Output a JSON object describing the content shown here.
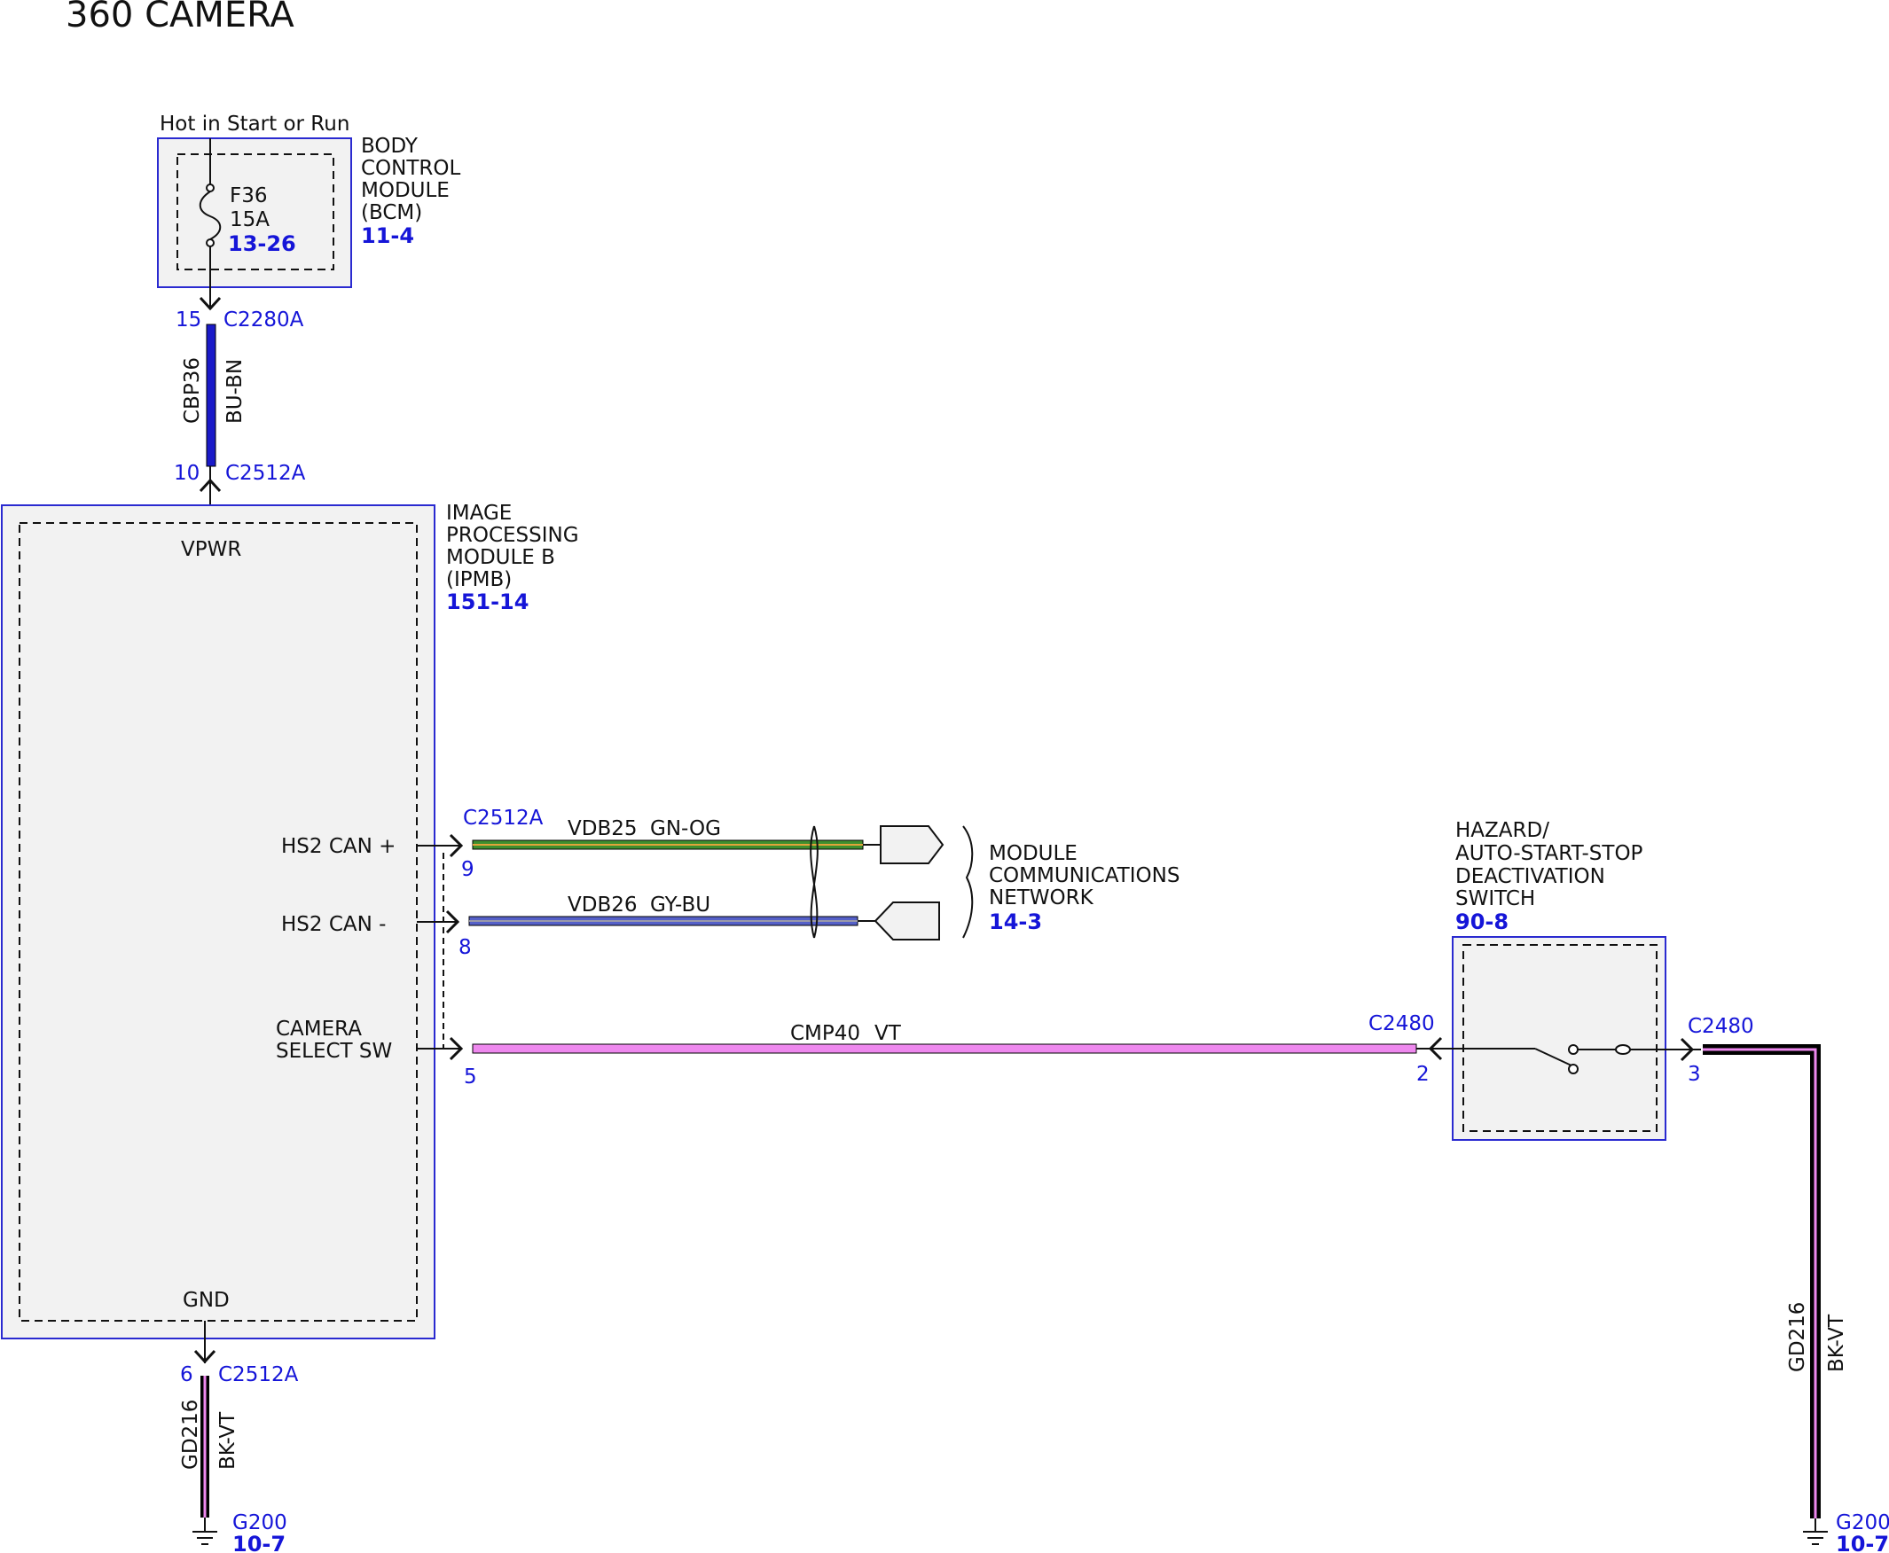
{
  "title": "360 CAMERA",
  "colors": {
    "module_border": "#2a2ad0",
    "connector_text": "#1515d8",
    "module_fill": "#f2f2f2",
    "wire_bu_bn": "#1a1ac8",
    "wire_gn_og": "#3f8f2f",
    "wire_gy_bu": "#5560c8",
    "wire_vt": "#ee88ee",
    "wire_bk_vt": "#000000"
  },
  "supply": {
    "label": "Hot in Start or Run"
  },
  "bcm": {
    "name_lines": [
      "BODY",
      "CONTROL",
      "MODULE",
      "(BCM)"
    ],
    "ref": "11-4",
    "fuse": {
      "name": "F36",
      "rating": "15A",
      "ref": "13-26"
    },
    "pin": "15",
    "connector": "C2280A"
  },
  "wire_cbp36": {
    "circuit": "CBP36",
    "color": "BU-BN"
  },
  "ipmb": {
    "name_lines": [
      "IMAGE",
      "PROCESSING",
      "MODULE B",
      "(IPMB)"
    ],
    "ref": "151-14",
    "pin_vpwr": {
      "label": "VPWR",
      "pin": "10",
      "connector": "C2512A"
    },
    "pin_can_plus": {
      "label": "HS2 CAN +",
      "pin": "9"
    },
    "pin_can_minus": {
      "label": "HS2 CAN -",
      "pin": "8"
    },
    "pin_camsel": {
      "label_lines": [
        "CAMERA",
        "SELECT SW"
      ],
      "pin": "5"
    },
    "can_connector": "C2512A",
    "pin_gnd": {
      "label": "GND",
      "pin": "6",
      "connector": "C2512A"
    }
  },
  "wire_vdb25": {
    "circuit": "VDB25",
    "color": "GN-OG"
  },
  "wire_vdb26": {
    "circuit": "VDB26",
    "color": "GY-BU"
  },
  "network": {
    "name_lines": [
      "MODULE",
      "COMMUNICATIONS",
      "NETWORK"
    ],
    "ref": "14-3"
  },
  "wire_cmp40": {
    "circuit": "CMP40",
    "color": "VT"
  },
  "switch": {
    "name_lines": [
      "HAZARD/",
      "AUTO-START-STOP",
      "DEACTIVATION",
      "SWITCH"
    ],
    "ref": "90-8",
    "pin_in": {
      "pin": "2",
      "connector": "C2480"
    },
    "pin_out": {
      "pin": "3",
      "connector": "C2480"
    }
  },
  "ground_left": {
    "wire": "GD216",
    "color": "BK-VT",
    "ground": "G200",
    "ref": "10-7"
  },
  "ground_right": {
    "wire": "GD216",
    "color": "BK-VT",
    "ground": "G200",
    "ref": "10-7"
  }
}
